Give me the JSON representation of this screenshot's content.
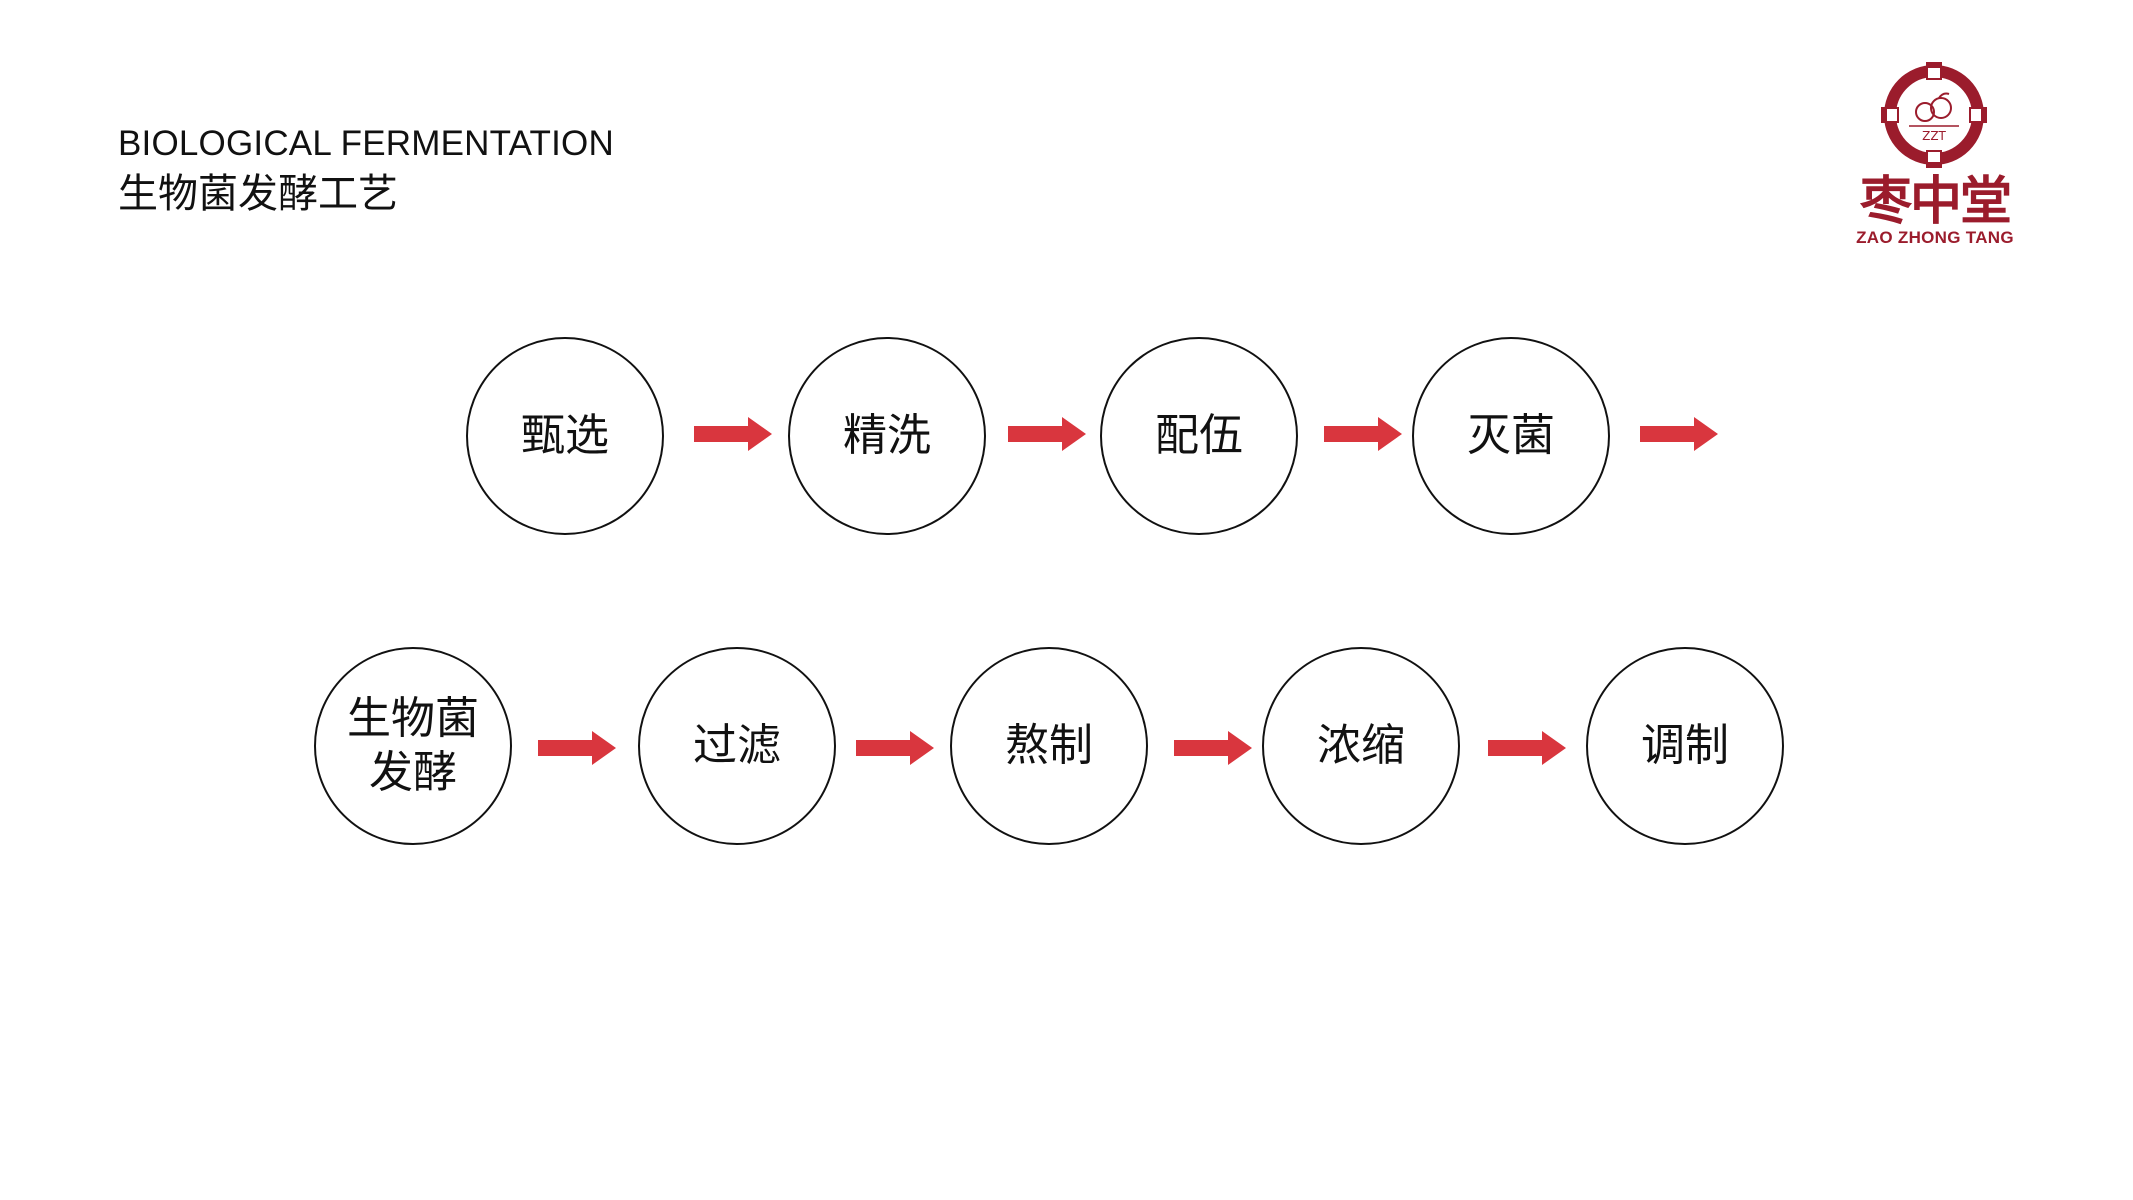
{
  "header": {
    "subtitle_en": "BIOLOGICAL FERMENTATION",
    "title_zh": "生物菌发酵工艺"
  },
  "logo": {
    "name_zh": "枣中堂",
    "name_en": "ZAO ZHONG TANG",
    "mark_text": "ZZT",
    "brand_color": "#9b1c2c"
  },
  "process": {
    "row1": [
      {
        "label": "甄选"
      },
      {
        "label": "精洗"
      },
      {
        "label": "配伍"
      },
      {
        "label": "灭菌"
      }
    ],
    "row2": [
      {
        "label": "生物菌发酵"
      },
      {
        "label": "过滤"
      },
      {
        "label": "熬制"
      },
      {
        "label": "浓缩"
      },
      {
        "label": "调制"
      }
    ],
    "arrow_color": "#d9363e"
  }
}
